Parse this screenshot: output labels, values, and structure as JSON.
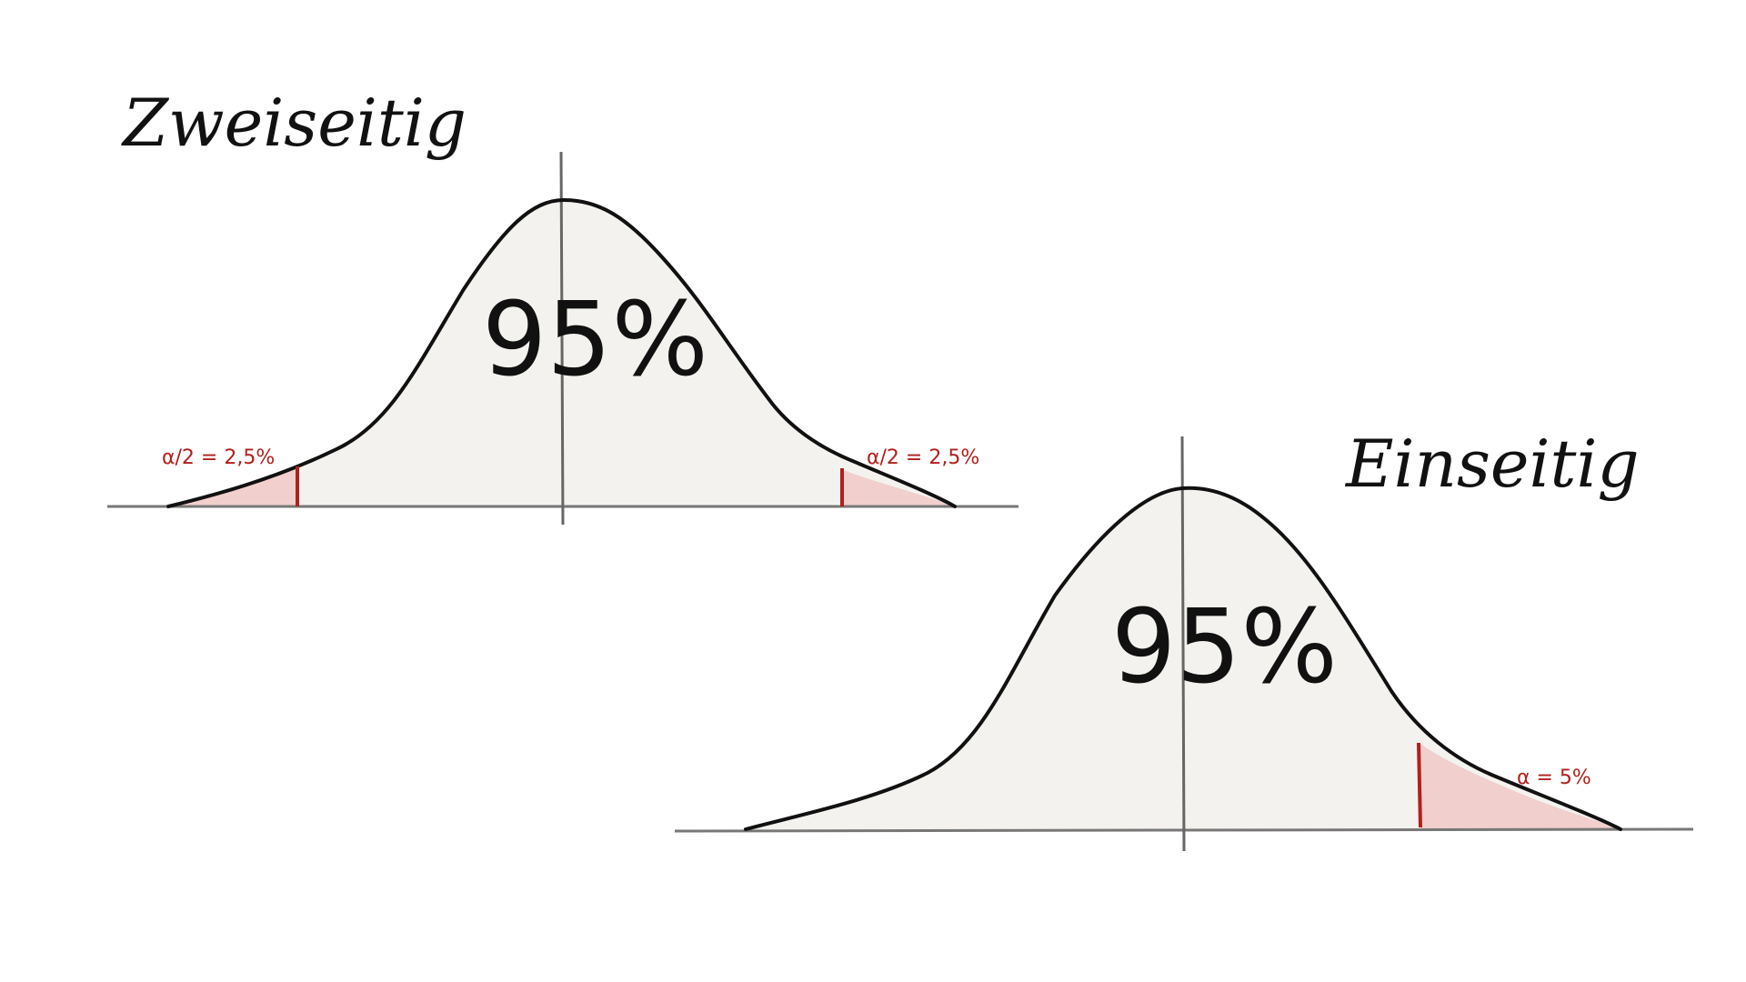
{
  "colors": {
    "body_fill": "#f4f2ee",
    "tail_fill": "#f0cfcc",
    "outline": "#111111",
    "axis": "#777777",
    "alpha_red": "#b0201c"
  },
  "two_sided": {
    "title": "Zweiseitig",
    "center_label": "95%",
    "left_tail_label": "α/2 = 2,5%",
    "right_tail_label": "α/2 = 2,5%"
  },
  "one_sided": {
    "title": "Einseitig",
    "center_label": "95%",
    "right_tail_label": "α = 5%"
  }
}
